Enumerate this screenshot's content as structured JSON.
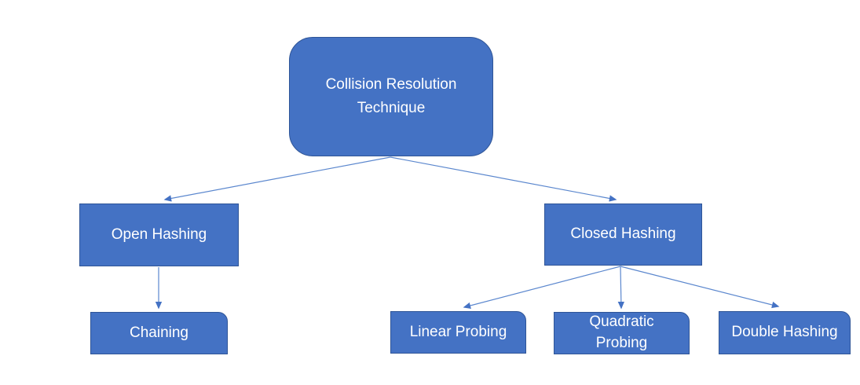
{
  "diagram": {
    "type": "hierarchy-tree",
    "nodes": {
      "root": {
        "label": "Collision Resolution Technique"
      },
      "open": {
        "label": "Open Hashing"
      },
      "closed": {
        "label": "Closed Hashing"
      },
      "chaining": {
        "label": "Chaining"
      },
      "linear": {
        "label": "Linear Probing"
      },
      "quadratic": {
        "label": "Quadratic Probing"
      },
      "double": {
        "label": "Double Hashing"
      }
    },
    "edges": [
      {
        "from": "root",
        "to": "open"
      },
      {
        "from": "root",
        "to": "closed"
      },
      {
        "from": "open",
        "to": "chaining"
      },
      {
        "from": "closed",
        "to": "linear"
      },
      {
        "from": "closed",
        "to": "quadratic"
      },
      {
        "from": "closed",
        "to": "double"
      }
    ],
    "colors": {
      "node_fill": "#4472C4",
      "node_border": "#2F5597",
      "connector": "#4472C4",
      "connector_line": "#5B87CE",
      "text": "#FFFFFF",
      "background": "#FFFFFF"
    }
  }
}
